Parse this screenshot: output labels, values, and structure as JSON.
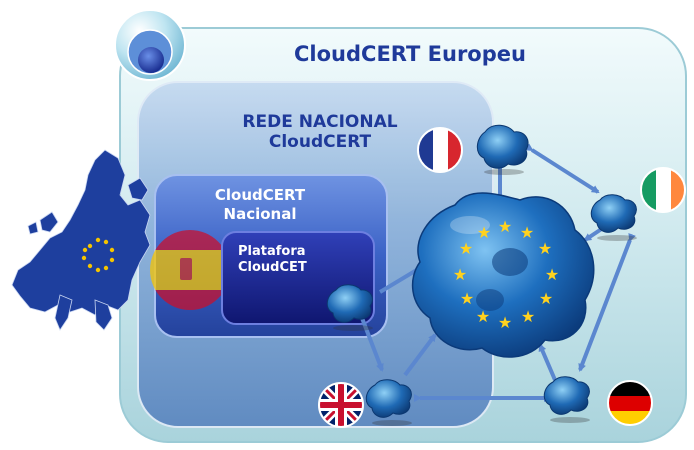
{
  "diagram": {
    "outer_title": "CloudCERT Europeu",
    "national_title_line1": "REDE NACIONAL",
    "national_title_line2": "CloudCERT",
    "national_box_line1": "CloudCERT",
    "national_box_line2": "Nacional",
    "platform_line1": "Platafora",
    "platform_line2": "CloudCET"
  },
  "flags": [
    "france",
    "ireland",
    "united-kingdom",
    "germany",
    "spain"
  ],
  "colors": {
    "outer_panel": "#cfe9ee",
    "national_panel": "#7fa6d2",
    "national_box": "#3b62c6",
    "platform_box": "#1b2690",
    "title_text": "#1f3a9a",
    "blob": "#1e6fbf",
    "arrow": "#5b87cf"
  }
}
